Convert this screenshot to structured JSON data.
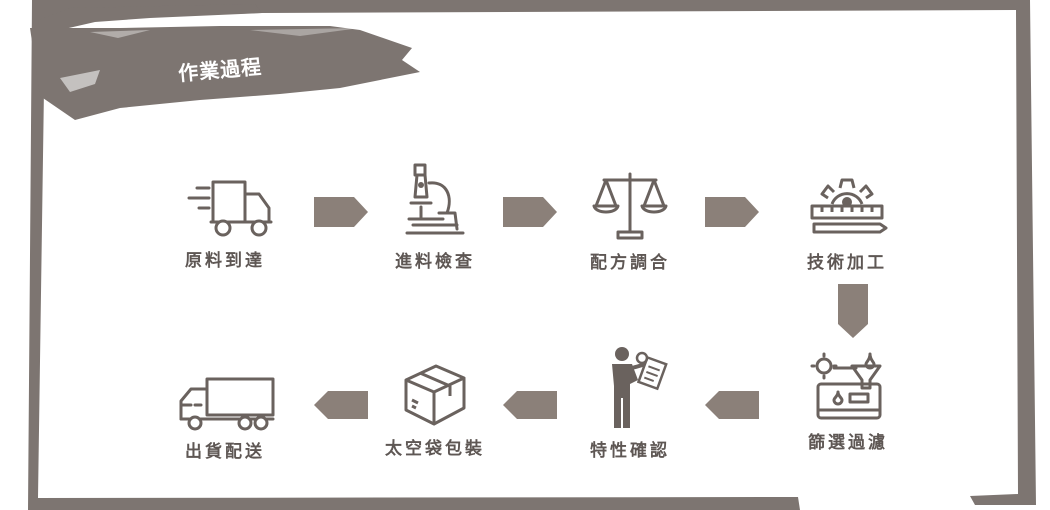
{
  "title": "作業過程",
  "colors": {
    "frame": "#7d7571",
    "icon": "#6a625e",
    "arrow": "#8b8079",
    "label": "#5e5754"
  },
  "steps": [
    {
      "label": "原料到達",
      "icon": "delivery-truck-icon"
    },
    {
      "label": "進料檢查",
      "icon": "microscope-icon"
    },
    {
      "label": "配方調合",
      "icon": "balance-scale-icon"
    },
    {
      "label": "技術加工",
      "icon": "gear-ruler-icon"
    },
    {
      "label": "篩選過濾",
      "icon": "filter-machine-icon"
    },
    {
      "label": "特性確認",
      "icon": "inspector-clipboard-icon"
    },
    {
      "label": "太空袋包裝",
      "icon": "cardboard-box-icon"
    },
    {
      "label": "出貨配送",
      "icon": "cargo-truck-icon"
    }
  ]
}
